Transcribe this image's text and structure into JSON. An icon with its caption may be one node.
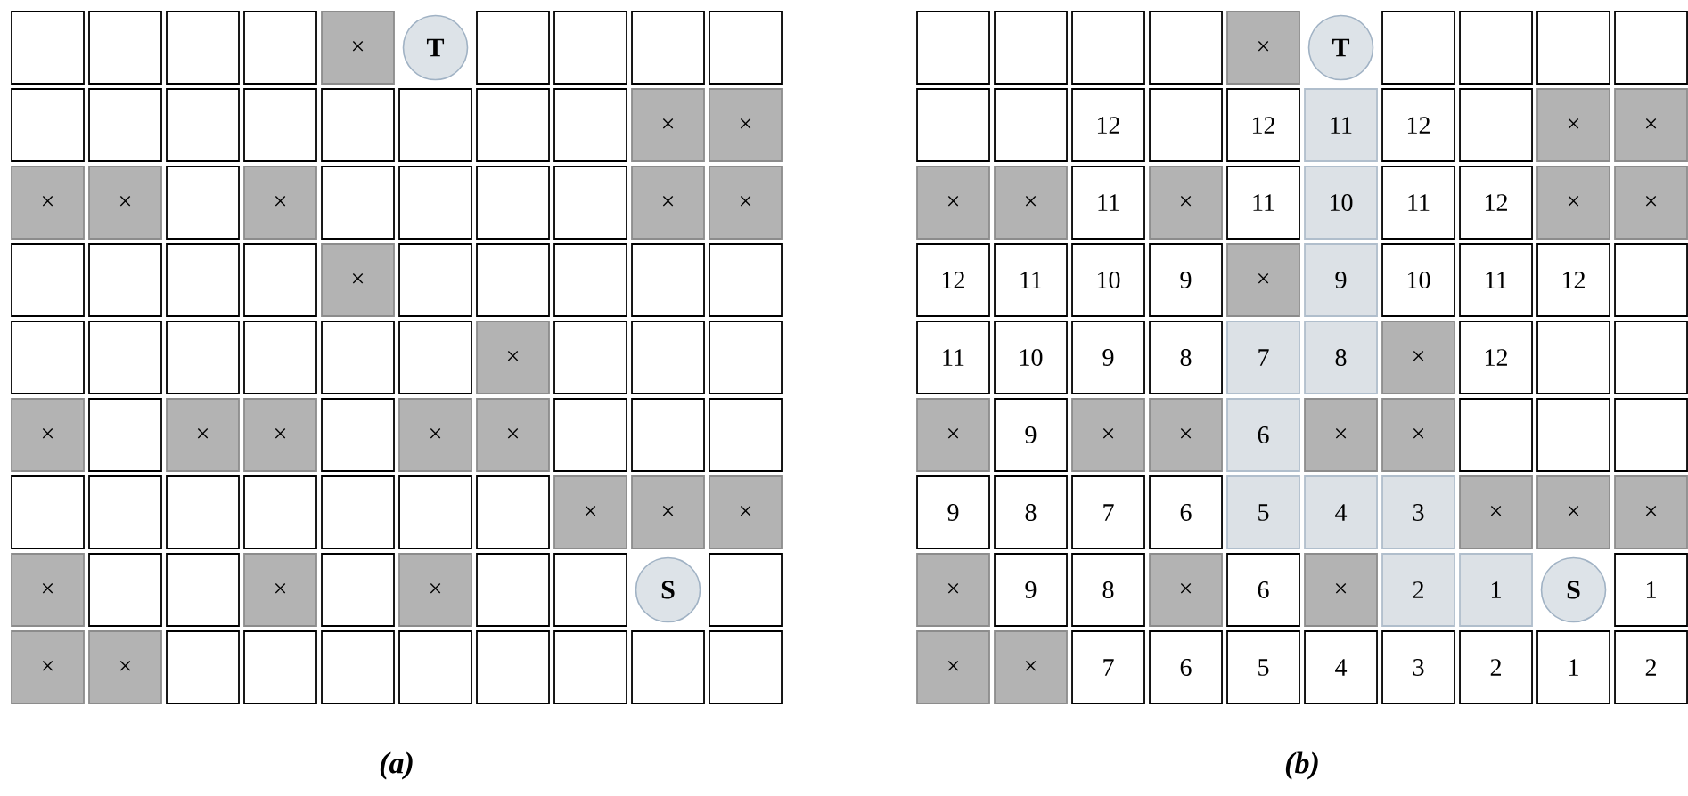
{
  "diagram": {
    "nodes": [
      {
        "text": [],
        "shape": "box"
      },
      {
        "text": [],
        "shape": "box"
      },
      {
        "text": [],
        "shape": "box"
      },
      {
        "text": [],
        "shape": "box"
      },
      {
        "text": [
          "×"
        ]
      },
      {
        "text": [
          "T"
        ]
      },
      {
        "text": [],
        "shape": "box"
      },
      {
        "text": [],
        "shape": "box"
      },
      {
        "text": [],
        "shape": "box"
      },
      {
        "text": [],
        "shape": "box"
      },
      {
        "text": [],
        "shape": "box"
      },
      {
        "text": [],
        "shape": "box"
      },
      {
        "text": [],
        "shape": "box"
      },
      {
        "text": [],
        "shape": "box"
      },
      {
        "text": [],
        "shape": "box"
      },
      {
        "text": [],
        "shape": "box"
      },
      {
        "text": [],
        "shape": "box"
      },
      {
        "text": [],
        "shape": "box"
      },
      {
        "text": [
          "×"
        ]
      },
      {
        "text": [
          "×"
        ]
      },
      {
        "text": [
          "×"
        ]
      },
      {
        "text": [
          "×"
        ]
      },
      {
        "text": [],
        "shape": "box"
      },
      {
        "text": [
          "×"
        ]
      },
      {
        "text": [],
        "shape": "box"
      },
      {
        "text": [],
        "shape": "box"
      },
      {
        "text": [],
        "shape": "box"
      },
      {
        "text": [],
        "shape": "box"
      },
      {
        "text": [
          "×"
        ]
      },
      {
        "text": [
          "×"
        ]
      },
      {
        "text": [],
        "shape": "box"
      },
      {
        "text": [],
        "shape": "box"
      },
      {
        "text": [],
        "shape": "box"
      },
      {
        "text": [],
        "shape": "box"
      },
      {
        "text": [
          "×"
        ]
      },
      {
        "text": [],
        "shape": "box"
      },
      {
        "text": [],
        "shape": "box"
      },
      {
        "text": [],
        "shape": "box"
      },
      {
        "text": [],
        "shape": "box"
      },
      {
        "text": [],
        "shape": "box"
      },
      {
        "text": [],
        "shape": "box"
      },
      {
        "text": [],
        "shape": "box"
      },
      {
        "text": [],
        "shape": "box"
      },
      {
        "text": [],
        "shape": "box"
      },
      {
        "text": [],
        "shape": "box"
      },
      {
        "text": [],
        "shape": "box"
      },
      {
        "text": [
          "×"
        ]
      },
      {
        "text": [],
        "shape": "box"
      },
      {
        "text": [],
        "shape": "box"
      },
      {
        "text": [],
        "shape": "box"
      },
      {
        "text": [
          "×"
        ]
      },
      {
        "text": [],
        "shape": "box"
      },
      {
        "text": [
          "×"
        ]
      },
      {
        "text": [
          "×"
        ]
      },
      {
        "text": [],
        "shape": "box"
      },
      {
        "text": [
          "×"
        ]
      },
      {
        "text": [
          "×"
        ]
      },
      {
        "text": [],
        "shape": "box"
      },
      {
        "text": [],
        "shape": "box"
      },
      {
        "text": [],
        "shape": "box"
      },
      {
        "text": [],
        "shape": "box"
      },
      {
        "text": [],
        "shape": "box"
      },
      {
        "text": [],
        "shape": "box"
      },
      {
        "text": [],
        "shape": "box"
      },
      {
        "text": [],
        "shape": "box"
      },
      {
        "text": [],
        "shape": "box"
      },
      {
        "text": [],
        "shape": "box"
      },
      {
        "text": [
          "×"
        ]
      },
      {
        "text": [
          "×"
        ]
      },
      {
        "text": [
          "×"
        ]
      },
      {
        "text": [
          "×"
        ]
      },
      {
        "text": [],
        "shape": "box"
      },
      {
        "text": [],
        "shape": "box"
      },
      {
        "text": [
          "×"
        ]
      },
      {
        "text": [],
        "shape": "box"
      },
      {
        "text": [
          "×"
        ]
      },
      {
        "text": [],
        "shape": "box"
      },
      {
        "text": [],
        "shape": "box"
      },
      {
        "text": [
          "S"
        ]
      },
      {
        "text": [],
        "shape": "box"
      },
      {
        "text": [
          "×"
        ]
      },
      {
        "text": [
          "×"
        ]
      },
      {
        "text": [],
        "shape": "box"
      },
      {
        "text": [],
        "shape": "box"
      },
      {
        "text": [],
        "shape": "box"
      },
      {
        "text": [],
        "shape": "box"
      },
      {
        "text": [],
        "shape": "box"
      },
      {
        "text": [],
        "shape": "box"
      },
      {
        "text": [],
        "shape": "box"
      },
      {
        "text": [],
        "shape": "box"
      },
      {
        "text": [],
        "shape": "box"
      },
      {
        "text": [],
        "shape": "box"
      },
      {
        "text": [],
        "shape": "box"
      },
      {
        "text": [],
        "shape": "box"
      },
      {
        "text": [
          "×"
        ]
      },
      {
        "text": [
          "T"
        ]
      },
      {
        "text": [],
        "shape": "box"
      },
      {
        "text": [],
        "shape": "box"
      },
      {
        "text": [],
        "shape": "box"
      },
      {
        "text": [],
        "shape": "box"
      },
      {
        "text": [],
        "shape": "box"
      },
      {
        "text": [],
        "shape": "box"
      },
      {
        "text": [
          "12"
        ]
      },
      {
        "text": [],
        "shape": "box"
      },
      {
        "text": [
          "12"
        ]
      },
      {
        "text": [
          "11"
        ]
      },
      {
        "text": [
          "12"
        ]
      },
      {
        "text": [],
        "shape": "box"
      },
      {
        "text": [
          "×"
        ]
      },
      {
        "text": [
          "×"
        ]
      },
      {
        "text": [
          "×"
        ]
      },
      {
        "text": [
          "×"
        ]
      },
      {
        "text": [
          "11"
        ]
      },
      {
        "text": [
          "×"
        ]
      },
      {
        "text": [
          "11"
        ]
      },
      {
        "text": [
          "10"
        ]
      },
      {
        "text": [
          "11"
        ]
      },
      {
        "text": [
          "12"
        ]
      },
      {
        "text": [
          "×"
        ]
      },
      {
        "text": [
          "×"
        ]
      },
      {
        "text": [
          "12"
        ]
      },
      {
        "text": [
          "11"
        ]
      },
      {
        "text": [
          "10"
        ]
      },
      {
        "text": [
          "9"
        ]
      },
      {
        "text": [
          "×"
        ]
      },
      {
        "text": [
          "9"
        ]
      },
      {
        "text": [
          "10"
        ]
      },
      {
        "text": [
          "11"
        ]
      },
      {
        "text": [
          "12"
        ]
      },
      {
        "text": [],
        "shape": "box"
      },
      {
        "text": [
          "11"
        ]
      },
      {
        "text": [
          "10"
        ]
      },
      {
        "text": [
          "9"
        ]
      },
      {
        "text": [
          "8"
        ]
      },
      {
        "text": [
          "7"
        ]
      },
      {
        "text": [
          "8"
        ]
      },
      {
        "text": [
          "×"
        ]
      },
      {
        "text": [
          "12"
        ]
      },
      {
        "text": [],
        "shape": "box"
      },
      {
        "text": [],
        "shape": "box"
      },
      {
        "text": [
          "×"
        ]
      },
      {
        "text": [
          "9"
        ]
      },
      {
        "text": [
          "×"
        ]
      },
      {
        "text": [
          "×"
        ]
      },
      {
        "text": [
          "6"
        ]
      },
      {
        "text": [
          "×"
        ]
      },
      {
        "text": [
          "×"
        ]
      },
      {
        "text": [],
        "shape": "box"
      },
      {
        "text": [],
        "shape": "box"
      },
      {
        "text": [],
        "shape": "box"
      },
      {
        "text": [
          "9"
        ]
      },
      {
        "text": [
          "8"
        ]
      },
      {
        "text": [
          "7"
        ]
      },
      {
        "text": [
          "6"
        ]
      },
      {
        "text": [
          "5"
        ]
      },
      {
        "text": [
          "4"
        ]
      },
      {
        "text": [
          "3"
        ]
      },
      {
        "text": [
          "×"
        ]
      },
      {
        "text": [
          "×"
        ]
      },
      {
        "text": [
          "×"
        ]
      },
      {
        "text": [
          "×"
        ]
      },
      {
        "text": [
          "9"
        ]
      },
      {
        "text": [
          "8"
        ]
      },
      {
        "text": [
          "×"
        ]
      },
      {
        "text": [
          "6"
        ]
      },
      {
        "text": [
          "×"
        ]
      },
      {
        "text": [
          "2"
        ]
      },
      {
        "text": [
          "1"
        ]
      },
      {
        "text": [
          "S"
        ]
      },
      {
        "text": [
          "1"
        ]
      },
      {
        "text": [
          "×"
        ]
      },
      {
        "text": [
          "×"
        ]
      },
      {
        "text": [
          "7"
        ]
      },
      {
        "text": [
          "6"
        ]
      },
      {
        "text": [
          "5"
        ]
      },
      {
        "text": [
          "4"
        ]
      },
      {
        "text": [
          "3"
        ]
      },
      {
        "text": [
          "2"
        ]
      },
      {
        "text": [
          "1"
        ]
      },
      {
        "text": [
          "2"
        ]
      }
    ],
    "labels": [
      "(a)",
      "(b)"
    ]
  }
}
